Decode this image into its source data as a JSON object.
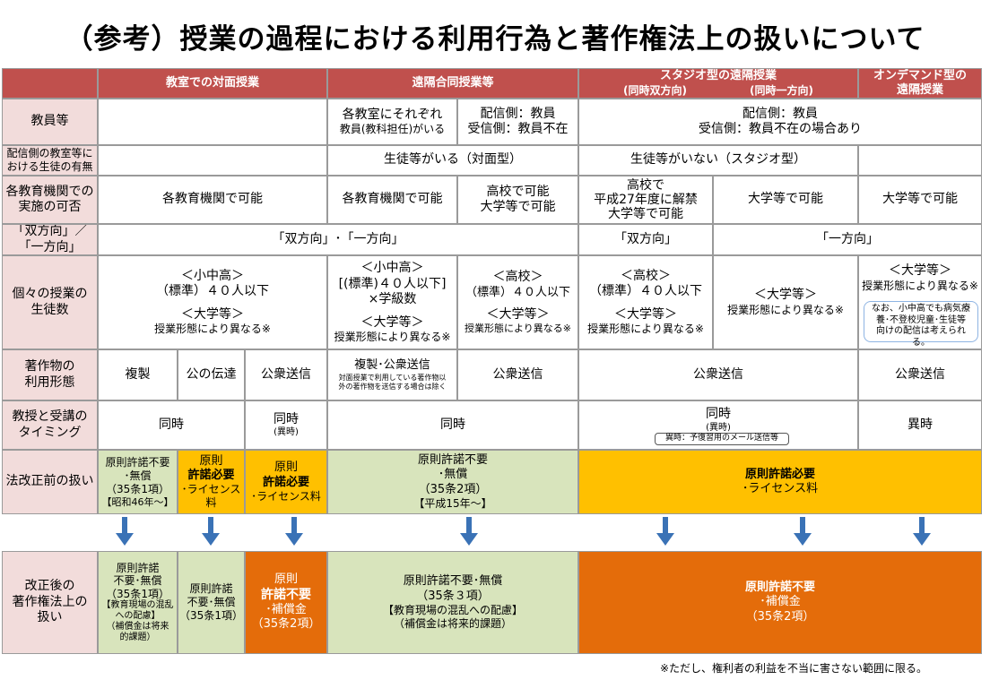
{
  "title": "（参考）授業の過程における利用行為と著作権法上の扱いについて",
  "headers": {
    "face_to_face": "教室での対面授業",
    "remote_joint": "遠隔合同授業等",
    "studio": "スタジオ型の遠隔授業",
    "studio_sub_two": "(同時双方向)",
    "studio_sub_one": "(同時一方向)",
    "ondemand_1": "オンデマンド型の",
    "ondemand_2": "遠隔授業"
  },
  "row_labels": {
    "teachers": "教員等",
    "students_present_1": "配信側の教室等に",
    "students_present_2": "おける生徒の有無",
    "feasibility_1": "各教育機関での",
    "feasibility_2": "実施の可否",
    "direction_1": "「双方向」／",
    "direction_2": "「一方向」",
    "class_size_1": "個々の授業の",
    "class_size_2": "生徒数",
    "usage_1": "著作物の",
    "usage_2": "利用形態",
    "timing_1": "教授と受講の",
    "timing_2": "タイミング",
    "before": "法改正前の扱い",
    "after_1": "改正後の",
    "after_2": "著作権法上の",
    "after_3": "扱い"
  },
  "teachers": {
    "remote_each_1": "各教室にそれぞれ",
    "remote_each_2": "教員(教科担任)がいる",
    "remote_send_1": "配信側：教員",
    "remote_send_2": "受信側：教員不在",
    "studio_1": "配信側：教員",
    "studio_2": "受信側：教員不在の場合あり"
  },
  "students_present": {
    "present": "生徒等がいる（対面型）",
    "absent": "生徒等がいない（スタジオ型）"
  },
  "feasibility": {
    "face": "各教育機関で可能",
    "remote_each": "各教育機関で可能",
    "remote_hs_1": "高校で可能",
    "remote_hs_2": "大学等で可能",
    "studio_two_1": "高校で",
    "studio_two_2": "平成27年度に解禁",
    "studio_two_3": "大学等で可能",
    "studio_one": "大学等で可能",
    "ondemand": "大学等で可能"
  },
  "direction": {
    "both": "「双方向」･「一方向」",
    "two": "「双方向」",
    "one": "「一方向」"
  },
  "class_size": {
    "face_1": "＜小中高＞",
    "face_2": "（標準）４０人以下",
    "face_3": "＜大学等＞",
    "face_4": "授業形態により異なる※",
    "re_1": "＜小中高＞",
    "re_2": "[(標準)４０人以下]",
    "re_3": "×学級数",
    "re_4": "＜大学等＞",
    "re_5": "授業形態により異なる※",
    "rh_1": "＜高校＞",
    "rh_2": "（標準）４０人以下",
    "rh_3": "＜大学等＞",
    "rh_4": "授業形態により異なる※",
    "st_1": "＜高校＞",
    "st_2": "（標準）４０人以下",
    "st_3": "＜大学等＞",
    "st_4": "授業形態により異なる※",
    "so_1": "＜大学等＞",
    "so_2": "授業形態により異なる※",
    "od_1": "＜大学等＞",
    "od_2": "授業形態により異なる※",
    "od_note_1": "なお、小中高でも病気療",
    "od_note_2": "養･不登校児童･生徒等",
    "od_note_3": "向けの配信は考えられる。"
  },
  "usage": {
    "copy": "複製",
    "public_transmit": "公の伝達",
    "public_send": "公衆送信",
    "remote_each_1": "複製･公衆送信",
    "remote_each_2": "対面授業で利用している著作物以",
    "remote_each_3": "外の著作物を送信する場合は除く",
    "remote_send": "公衆送信",
    "studio": "公衆送信",
    "ondemand": "公衆送信"
  },
  "timing": {
    "face": "同時",
    "pub_1": "同時",
    "pub_2": "(異時)",
    "remote": "同時",
    "studio_1": "同時",
    "studio_2": "(異時)",
    "studio_note": "異時：予復習用のメール送信等",
    "ondemand": "異時"
  },
  "before": {
    "b1_1": "原則許諾不要",
    "b1_2": "･無償",
    "b1_3": "（35条1項）",
    "b1_4": "【昭和46年～】",
    "b2_1": "原則",
    "b2_2": "許諾必要",
    "b2_3": "･ライセンス料",
    "b3_1": "原則",
    "b3_2": "許諾必要",
    "b3_3": "･ライセンス料",
    "b4_1": "原則許諾不要",
    "b4_2": "･無償",
    "b4_3": "（35条2項）",
    "b4_4": "【平成15年～】",
    "b5_1": "原則許諾必要",
    "b5_2": "･ライセンス料"
  },
  "after": {
    "a1_1": "原則許諾",
    "a1_2": "不要･無償",
    "a1_3": "（35条1項）",
    "a1_4": "【教育現場の混乱",
    "a1_5": "への配慮】",
    "a1_6": "（補償金は将来",
    "a1_7": "的課題）",
    "a2_1": "原則許諾",
    "a2_2": "不要･無償",
    "a2_3": "（35条1項）",
    "a3_1": "原則",
    "a3_2": "許諾不要",
    "a3_3": "･補償金",
    "a3_4": "（35条2項）",
    "a4_1": "原則許諾不要･無償",
    "a4_2": "（35条３項）",
    "a4_3": "【教育現場の混乱への配慮】",
    "a4_4": "（補償金は将来的課題）",
    "a5_1": "原則許諾不要",
    "a5_2": "･補償金",
    "a5_3": "（35条2項）"
  },
  "footnote": "※ただし、権利者の利益を不当に害さない範囲に限る。",
  "colors": {
    "header": "#c0504d",
    "row_label": "#f2dcdb",
    "green": "#d8e4bc",
    "yellow": "#ffc000",
    "orange": "#e46c0a",
    "arrow": "#3a72b6"
  }
}
